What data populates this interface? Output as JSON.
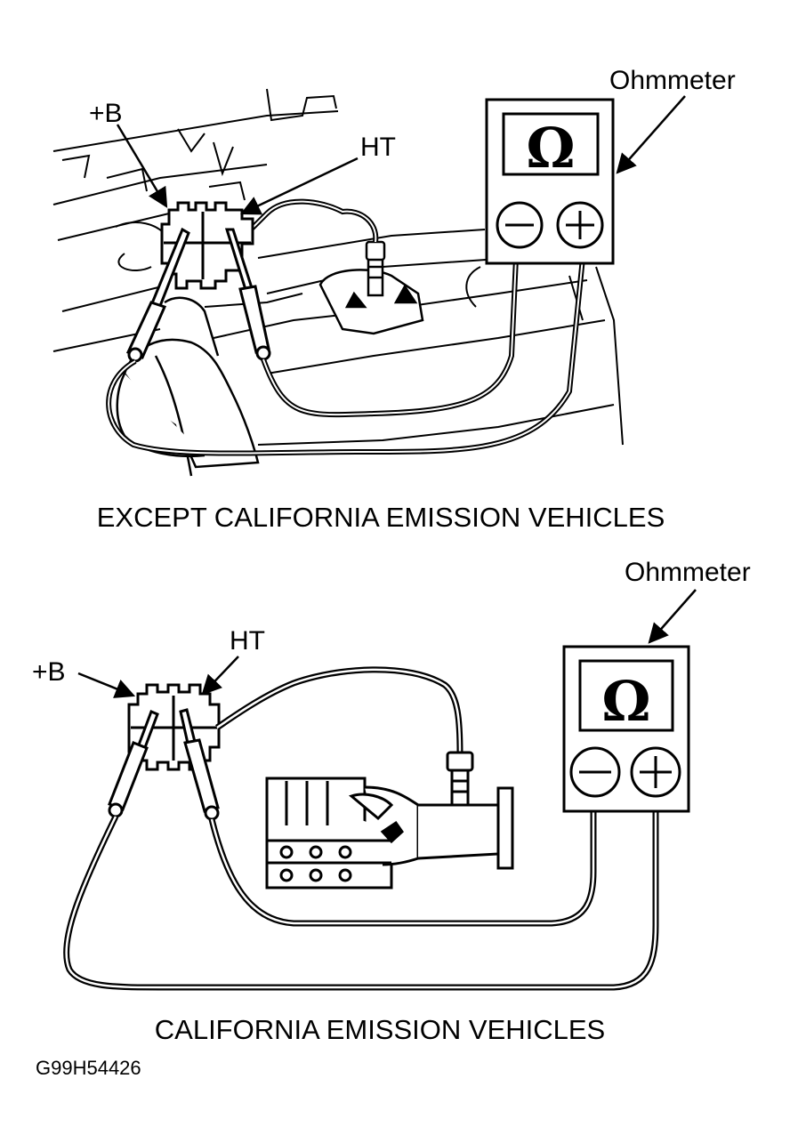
{
  "top_panel": {
    "label_plus_b": "+B",
    "label_ht": "HT",
    "meter_label": "Ohmmeter",
    "meter_symbol": "Ω",
    "caption": "EXCEPT CALIFORNIA EMISSION VEHICLES"
  },
  "bottom_panel": {
    "label_plus_b": "+B",
    "label_ht": "HT",
    "meter_label": "Ohmmeter",
    "meter_symbol": "Ω",
    "caption": "CALIFORNIA EMISSION VEHICLES"
  },
  "figure_code": "G99H54426",
  "colors": {
    "ink": "#000000",
    "paper": "#ffffff"
  }
}
